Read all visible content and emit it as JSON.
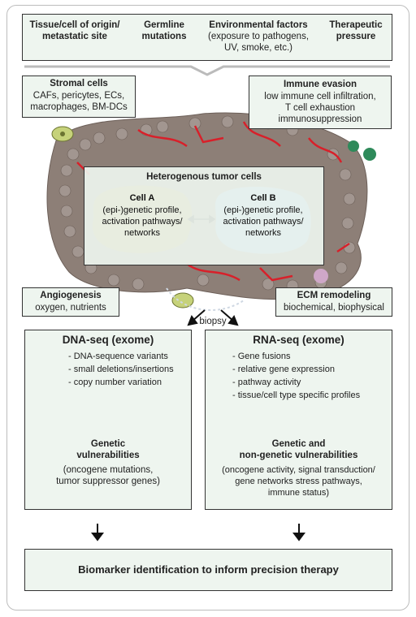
{
  "top": {
    "col1": "Tissue/cell of origin/\nmetastatic site",
    "col2": "Germline\nmutations",
    "col3": "Environmental factors",
    "col3b": "(exposure to pathogens,\nUV, smoke, etc.)",
    "col4": "Therapeutic\npressure"
  },
  "stromal": {
    "title": "Stromal cells",
    "body": "CAFs, pericytes, ECs,\nmacrophages, BM-DCs"
  },
  "immune": {
    "title": "Immune evasion",
    "body": "low immune cell infiltration,\nT cell exhaustion\nimmunosuppression"
  },
  "hetero": {
    "title": "Heterogenous tumor cells",
    "cellA_title": "Cell A",
    "cellA_body": "(epi-)genetic profile,\nactivation pathways/\nnetworks",
    "cellB_title": "Cell B",
    "cellB_body": "(epi-)genetic profile,\nactivation pathways/\nnetworks"
  },
  "angio": {
    "title": "Angiogenesis",
    "body": "oxygen, nutrients"
  },
  "ecm": {
    "title": "ECM remodeling",
    "body": "biochemical, biophysical"
  },
  "biopsy": "biopsy",
  "dna": {
    "title": "DNA-seq (exome)",
    "items": [
      "- DNA-sequence variants",
      "- small deletions/insertions",
      "- copy number variation"
    ],
    "vuln_title": "Genetic\nvulnerabilities",
    "vuln_body": "(oncogene mutations,\ntumor suppressor genes)"
  },
  "rna": {
    "title": "RNA-seq (exome)",
    "items": [
      "- Gene fusions",
      "- relative gene expression",
      "- pathway activity",
      "- tissue/cell type specific profiles"
    ],
    "vuln_title": "Genetic and\nnon-genetic vulnerabilities",
    "vuln_body": "(oncogene activity, signal transduction/\ngene networks stress pathways,\nimmune status)"
  },
  "bottom": "Biomarker identification to inform precision therapy",
  "colors": {
    "box_fill": "#eef5ef",
    "tumor": "#8d7f77",
    "vessel": "#d8202a",
    "cellA": "#a38f3a",
    "cellB": "#7cb5e2"
  }
}
